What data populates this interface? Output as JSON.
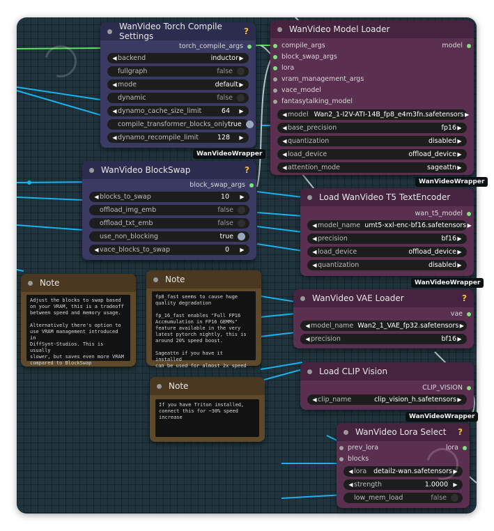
{
  "nodes": {
    "torch_compile": {
      "title": "WanVideo Torch Compile Settings",
      "help": "?",
      "output": "torch_compile_args",
      "widgets": [
        {
          "label": "backend",
          "value": "inductor"
        },
        {
          "label": "fullgraph",
          "value": "false"
        },
        {
          "label": "mode",
          "value": "default"
        },
        {
          "label": "dynamic",
          "value": "false"
        },
        {
          "label": "dynamo_cache_size_limit",
          "value": "64"
        },
        {
          "label": "compile_transformer_blocks_only",
          "value": "true"
        },
        {
          "label": "dynamo_recompile_limit",
          "value": "128"
        }
      ],
      "tag": "WanVideoWrapper"
    },
    "model_loader": {
      "title": "WanVideo Model Loader",
      "inputs": [
        "compile_args",
        "block_swap_args",
        "lora",
        "vram_management_args",
        "vace_model",
        "fantasytalking_model"
      ],
      "output": "model",
      "widgets": [
        {
          "label": "model",
          "value": "Wan2_1-I2V-ATI-14B_fp8_e4m3fn.safetensors"
        },
        {
          "label": "base_precision",
          "value": "fp16"
        },
        {
          "label": "quantization",
          "value": "disabled"
        },
        {
          "label": "load_device",
          "value": "offload_device"
        },
        {
          "label": "attention_mode",
          "value": "sageattn"
        }
      ],
      "tag": "WanVideoWrapper"
    },
    "blockswap": {
      "title": "WanVideo BlockSwap",
      "help": "?",
      "output": "block_swap_args",
      "widgets": [
        {
          "label": "blocks_to_swap",
          "value": "10"
        },
        {
          "label": "offload_img_emb",
          "value": "false"
        },
        {
          "label": "offload_txt_emb",
          "value": "false"
        },
        {
          "label": "use_non_blocking",
          "value": "true"
        },
        {
          "label": "vace_blocks_to_swap",
          "value": "0"
        }
      ]
    },
    "t5": {
      "title": "Load WanVideo T5 TextEncoder",
      "output": "wan_t5_model",
      "widgets": [
        {
          "label": "model_name",
          "value": "umt5-xxl-enc-bf16.safetensors"
        },
        {
          "label": "precision",
          "value": "bf16"
        },
        {
          "label": "load_device",
          "value": "offload_device"
        },
        {
          "label": "quantization",
          "value": "disabled"
        }
      ],
      "tag": "WanVideoWrapper"
    },
    "vae": {
      "title": "WanVideo VAE Loader",
      "help": "?",
      "output": "vae",
      "widgets": [
        {
          "label": "model_name",
          "value": "Wan2_1_VAE_fp32.safetensors"
        },
        {
          "label": "precision",
          "value": "bf16"
        }
      ]
    },
    "clip": {
      "title": "Load CLIP Vision",
      "output": "CLIP_VISION",
      "widgets": [
        {
          "label": "clip_name",
          "value": "clip_vision_h.safetensors"
        }
      ],
      "tag": "WanVideoWrapper"
    },
    "lora_select": {
      "title": "WanVideo Lora Select",
      "help": "?",
      "inputs": [
        "prev_lora",
        "blocks"
      ],
      "output": "lora",
      "widgets": [
        {
          "label": "lora",
          "value": "detailz-wan.safetensors"
        },
        {
          "label": "strength",
          "value": "1.0000"
        },
        {
          "label": "low_mem_load",
          "value": "false"
        }
      ]
    },
    "note1": {
      "title": "Note",
      "text": "Adjust the blocks to swap based\non your VRAM, this is a tradeoff\nbetween speed and memory usage.\n\nAlternatively there's option to\nuse VRAM management introduced in\nDiffSynt-Studios. This is usually\nslower, but saves even more VRAM\ncompared to BlockSwap"
    },
    "note2": {
      "title": "Note",
      "text": "fp8_fast seems to cause huge\nquality degradation\n\nfp_16_fast enables \"Full FP16\nAccmumulation in FP16 GEMMs\"\nfeature available in the very\nlatest pytorch nightly, this is\naround 20% speed boost.\n\nSageattn if you have it installed\ncan be used for almost 2x speed"
    },
    "note3": {
      "title": "Note",
      "text": "If you have Triton installed,\nconnect this for ~30% speed\nincrease"
    }
  },
  "colors": {
    "wire_blue": "#19b3f0",
    "wire_green": "#5fe05f",
    "wire_gray": "#b9c4c9",
    "node_blue": "#3b3a62",
    "node_purple": "#5a2f50",
    "node_brown": "#5e4a2b"
  }
}
